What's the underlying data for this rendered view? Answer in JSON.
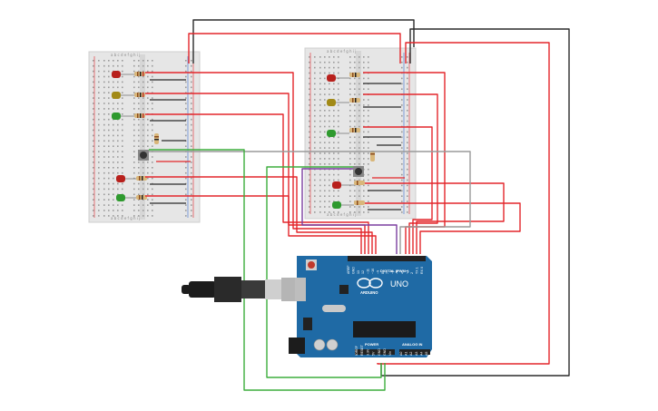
{
  "breadboard_left": {
    "column_letters_top": "a b c d e   f g h i j",
    "column_letters_bottom": "a b c d e   f g h i j",
    "led_colors": [
      "red",
      "yellow",
      "green",
      "red",
      "green"
    ]
  },
  "breadboard_right": {
    "column_letters_top": "a b c d e   f g h i j",
    "column_letters_bottom": "a b c d e   f g h i j",
    "led_colors": [
      "red",
      "yellow",
      "green",
      "red",
      "green"
    ]
  },
  "arduino": {
    "model": "UNO",
    "brand": "ARDUINO",
    "digital_label": "DIGITAL (PWM~)",
    "power_label": "POWER",
    "analog_label": "ANALOG IN",
    "digital_pins": [
      "AREF",
      "GND",
      "13",
      "12",
      "~11",
      "~10",
      "~9",
      "8",
      "7",
      "~6",
      "~5",
      "4",
      "~3",
      "2",
      "TX 1",
      "RX 0"
    ],
    "power_pins": [
      "IOREF",
      "RESET",
      "3.3V",
      "5V",
      "GND",
      "GND",
      "Vin"
    ],
    "analog_pins": [
      "A0",
      "A1",
      "A2",
      "A3",
      "A4",
      "A5"
    ]
  },
  "colors": {
    "wire_red": "#e3262b",
    "wire_black": "#2b2b2b",
    "wire_green": "#3dae3d",
    "wire_gray": "#9a9a9a",
    "wire_purple": "#7b3fa0",
    "board_blue": "#1f6aa5",
    "breadboard": "#e6e6e6",
    "led_red": "#b8201c",
    "led_yellow": "#a28a16",
    "led_green": "#2e9a2e"
  }
}
